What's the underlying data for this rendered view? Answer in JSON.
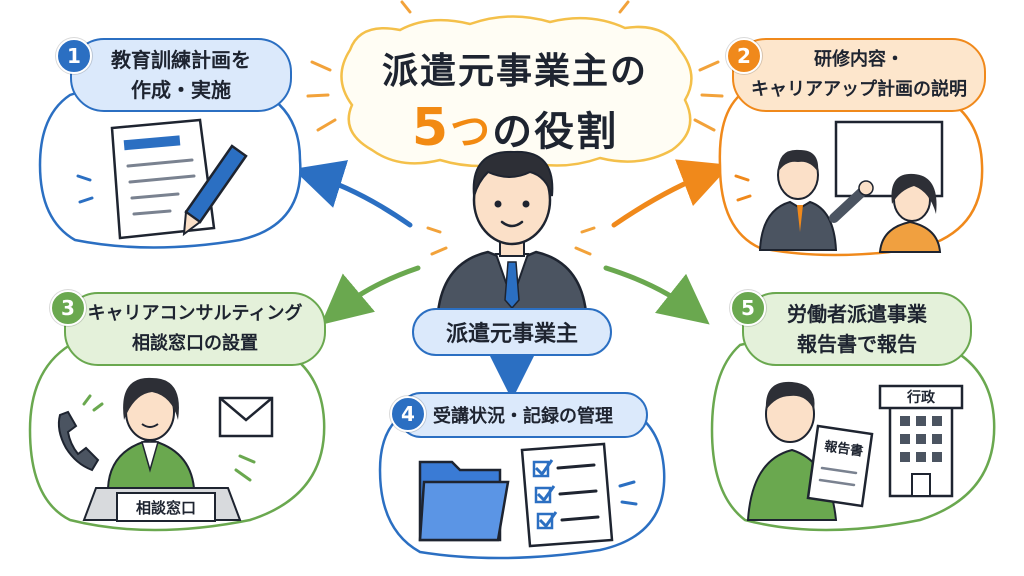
{
  "title": {
    "line1": "派遣元事業主の",
    "number": "5",
    "connector": "つ",
    "rest": "の役割"
  },
  "center": {
    "label": "派遣元事業主"
  },
  "roles": [
    {
      "number": "1",
      "line1": "教育訓練計画を",
      "line2": "作成・実施",
      "color": "#2b6fc2"
    },
    {
      "number": "2",
      "line1": "研修内容・",
      "line2": "キャリアアップ計画の説明",
      "color": "#f0891b"
    },
    {
      "number": "3",
      "line1": "キャリアコンサルティング",
      "line2": "相談窓口の設置",
      "color": "#6aa84f"
    },
    {
      "number": "4",
      "line1": "受講状況・記録の管理",
      "color": "#2b6fc2"
    },
    {
      "number": "5",
      "line1": "労働者派遣事業",
      "line2": "報告書で報告",
      "color": "#6aa84f"
    }
  ],
  "signs": {
    "desk": "相談窓口",
    "document": "報告書",
    "building": "行政"
  },
  "icons": [
    "pen-icon",
    "document-icon",
    "phone-icon",
    "envelope-icon",
    "folder-icon",
    "checklist-icon",
    "building-icon"
  ]
}
